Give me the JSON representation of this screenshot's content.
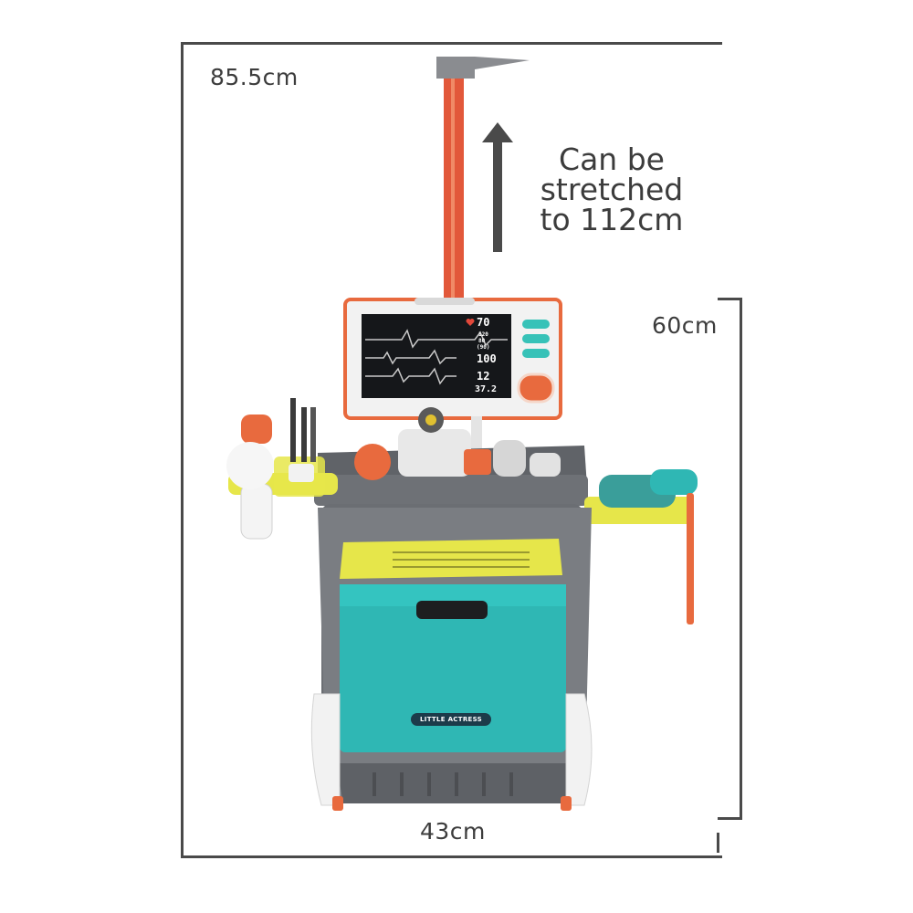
{
  "dimensions": {
    "total_height": "85.5cm",
    "stretch_note_lines": [
      "Can be",
      "stretched",
      "to 112cm"
    ],
    "cart_height": "60cm",
    "width": "43cm"
  },
  "monitor": {
    "heart_rate": "70",
    "bp_lines": [
      "120",
      "80",
      "(90)"
    ],
    "spo2": "100",
    "resp": "12",
    "temp": "37.2"
  },
  "brand": "LITTLE ACTRESS",
  "colors": {
    "teal": "#2fb7b4",
    "yellow": "#e6e64a",
    "orange": "#e86a3e",
    "gray_body": "#6b6e73",
    "dimension_lines": "#4a4a4a"
  },
  "icons": [
    "up-arrow-icon",
    "heart-icon"
  ]
}
